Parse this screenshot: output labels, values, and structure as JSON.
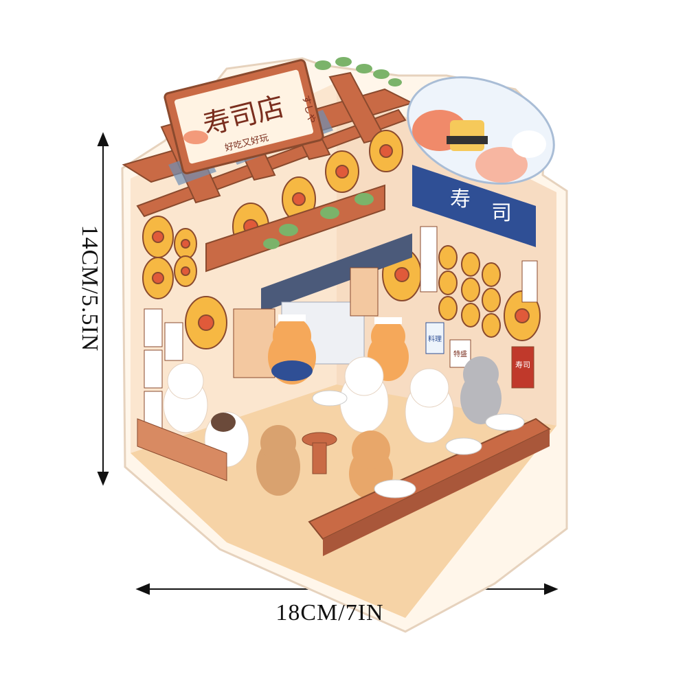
{
  "dimensions": {
    "height_label": "14CM/5.5IN",
    "width_label": "18CM/7IN"
  },
  "sticker": {
    "subject": "sushi-shop-diorama",
    "shop_sign": {
      "title": "寿司店",
      "side_text": "すしや",
      "subtitle": "好吃又好玩"
    },
    "noren_text": [
      "寿",
      "司"
    ],
    "menu_cards": [
      "特盛",
      "料理",
      "寿司"
    ],
    "colors": {
      "wood": "#c96a45",
      "wall": "#fbe6cf",
      "floor": "#f6d3a6",
      "lantern": "#f6b843",
      "noren": "#2f4f95",
      "outline": "#8a4a2e"
    }
  }
}
